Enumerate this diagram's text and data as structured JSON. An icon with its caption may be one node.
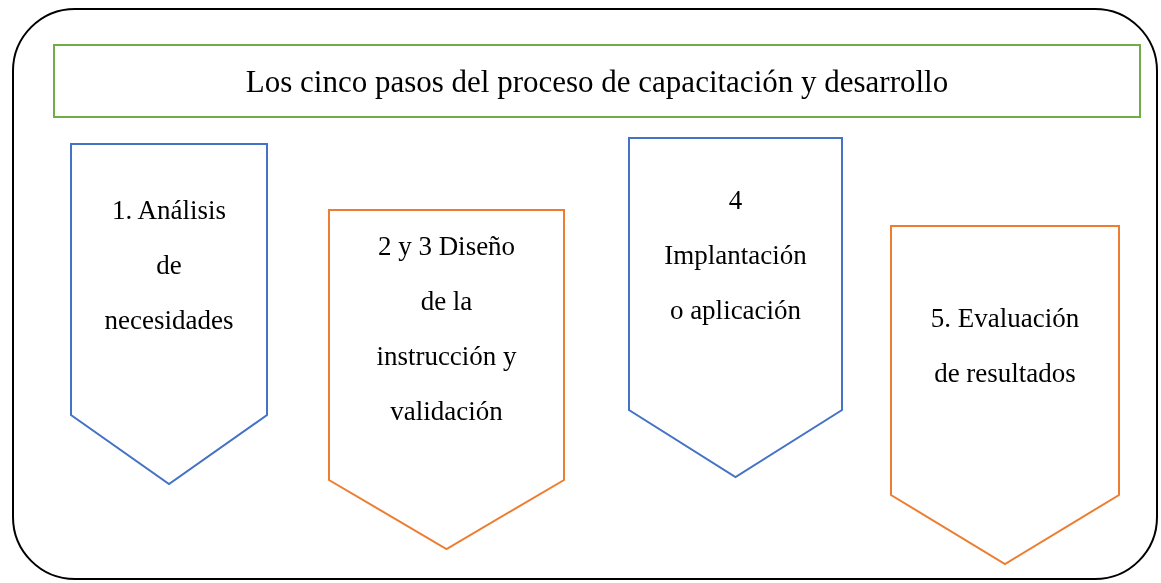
{
  "diagram": {
    "nodes": [
      {
        "text": [],
        "shape": "box"
      },
      {
        "text": [
          "Los cinco pasos del proceso de capacitación y desarrollo"
        ],
        "in": 0
      },
      {
        "text": [
          "1. Análisis de necesidades"
        ],
        "in": 0
      },
      {
        "text": [
          "2 y 3 Diseño de la instrucción y validación"
        ],
        "in": 0
      },
      {
        "text": [
          "4 Implantación o aplicación"
        ],
        "in": 0
      },
      {
        "text": [
          "5. Evaluación de resultados"
        ],
        "in": 0
      }
    ]
  }
}
